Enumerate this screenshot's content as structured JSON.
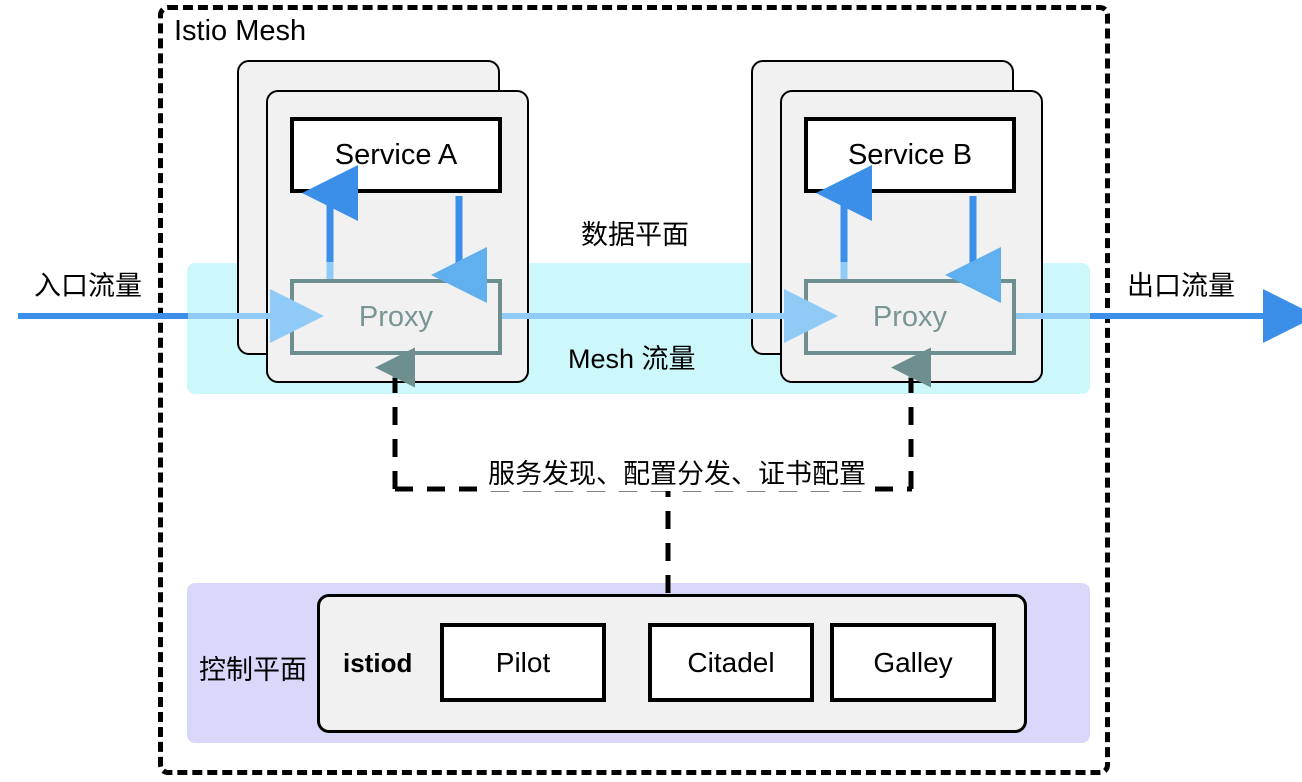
{
  "diagram": {
    "title": "Istio Mesh",
    "mesh_boundary_style": "dashed",
    "colors": {
      "data_plane_band": "#cdf8fb",
      "control_plane_band": "#d9d8fb",
      "pod_fill": "#f1f1f1",
      "proxy_border": "#6e8f90",
      "proxy_text": "#7a9596",
      "traffic_arrow_outer": "#3b8fe8",
      "traffic_arrow_inner": "#8fcbf6",
      "service_arrow": "#3b8fe8",
      "config_line": "#000000",
      "istiod_fill": "#f1f1f1"
    }
  },
  "labels": {
    "ingress_traffic": "入口流量",
    "egress_traffic": "出口流量",
    "data_plane": "数据平面",
    "mesh_traffic": "Mesh 流量",
    "control_plane": "控制平面",
    "config_flow": "服务发现、配置分发、证书配置"
  },
  "pods": [
    {
      "service_label": "Service A",
      "proxy_label": "Proxy",
      "replicas": 2
    },
    {
      "service_label": "Service B",
      "proxy_label": "Proxy",
      "replicas": 2
    }
  ],
  "control_plane": {
    "daemon_label": "istiod",
    "components": [
      "Pilot",
      "Citadel",
      "Galley"
    ]
  }
}
